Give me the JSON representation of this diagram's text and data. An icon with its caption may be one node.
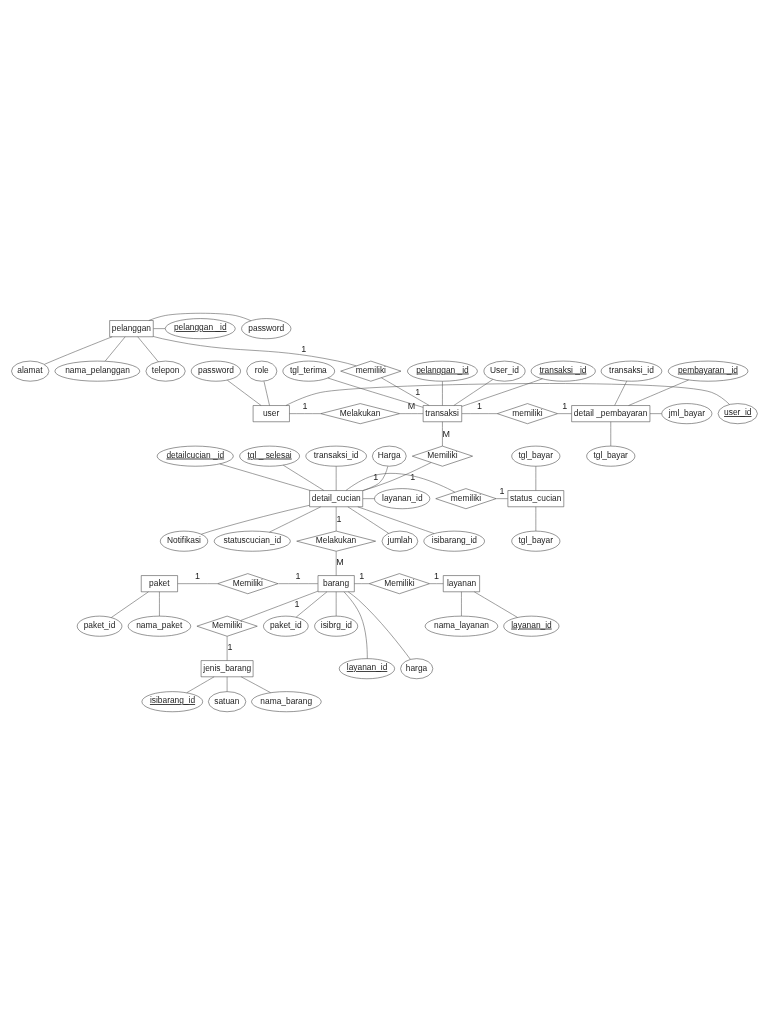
{
  "diagram": {
    "nodes": [
      {
        "text": [
          "alamat"
        ]
      },
      {
        "text": [
          "nama_pelanggan"
        ]
      },
      {
        "text": [
          "telepon"
        ]
      },
      {
        "text": [
          "pelanggan _id"
        ]
      },
      {
        "text": [
          "pelanggan"
        ]
      },
      {
        "text": [
          "password"
        ]
      },
      {
        "text": [
          "memiliki"
        ]
      },
      {
        "text": [
          "pelanggan _id"
        ]
      },
      {
        "text": [
          "User_id"
        ]
      },
      {
        "text": [
          "password"
        ]
      },
      {
        "text": [
          "role"
        ]
      },
      {
        "text": [
          "pembayaran _id"
        ]
      },
      {
        "text": [
          "transaksi _id"
        ]
      },
      {
        "text": [
          "tgl_terima"
        ]
      },
      {
        "text": [
          "transaksi_id"
        ]
      },
      {
        "text": [
          "user_id"
        ]
      },
      {
        "text": [
          "user"
        ]
      },
      {
        "text": [
          "Melakukan"
        ]
      },
      {
        "text": [
          "transaksi"
        ]
      },
      {
        "text": [
          "memiliki"
        ]
      },
      {
        "text": [
          "detail _pembayaran"
        ]
      },
      {
        "text": [
          "jml_bayar"
        ]
      },
      {
        "text": [
          "tgl_bayar"
        ]
      },
      {
        "text": [
          "detailcucian _id"
        ]
      },
      {
        "text": [
          "tgl _ selesai"
        ]
      },
      {
        "text": [
          "Memiliki"
        ]
      },
      {
        "text": [
          "tgl_bayar"
        ]
      },
      {
        "text": [
          "transaksi_id"
        ]
      },
      {
        "text": [
          "Harga"
        ]
      },
      {
        "text": [
          "layanan_id"
        ]
      },
      {
        "text": [
          "detail_cucian"
        ]
      },
      {
        "text": [
          "memiliki"
        ]
      },
      {
        "text": [
          "status_cucian"
        ]
      },
      {
        "text": [
          "isibarang_id"
        ]
      },
      {
        "text": [
          "Notifikasi"
        ]
      },
      {
        "text": [
          "tgl_bayar"
        ]
      },
      {
        "text": [
          "statuscucian_id"
        ]
      },
      {
        "text": [
          "Melakukan"
        ]
      },
      {
        "text": [
          "jumlah"
        ]
      },
      {
        "text": [
          "paket"
        ]
      },
      {
        "text": [
          "Memiliki"
        ]
      },
      {
        "text": [
          "barang"
        ]
      },
      {
        "text": [
          "Memiliki"
        ]
      },
      {
        "text": [
          "layanan"
        ]
      },
      {
        "text": [
          "paket_id"
        ]
      },
      {
        "text": [
          "isibrg_id"
        ]
      },
      {
        "text": [
          "paket_id"
        ]
      },
      {
        "text": [
          "nama_paket"
        ]
      },
      {
        "text": [
          "layanan_id"
        ]
      },
      {
        "text": [
          "layanan_id"
        ]
      },
      {
        "text": [
          "nama_layanan"
        ]
      },
      {
        "text": [
          "harga"
        ]
      },
      {
        "text": [
          "Memiliki"
        ]
      },
      {
        "text": [
          "jenis_barang"
        ]
      },
      {
        "text": [
          "isibarang_id"
        ]
      },
      {
        "text": [
          "satuan"
        ]
      },
      {
        "text": [
          "nama_barang"
        ]
      }
    ],
    "edges": [
      {
        "from": 4,
        "to": 0,
        "arrow": "none"
      },
      {
        "from": 4,
        "to": 1,
        "arrow": "none"
      },
      {
        "from": 4,
        "to": 2,
        "arrow": "none"
      },
      {
        "from": 4,
        "to": 3,
        "arrow": "none"
      },
      {
        "from": 4,
        "to": 5,
        "arrow": "none"
      },
      {
        "from": 4,
        "to": 6,
        "arrow": "none",
        "label": "1"
      },
      {
        "from": 6,
        "to": 18,
        "arrow": "none",
        "label": "1"
      },
      {
        "from": 18,
        "to": 7,
        "arrow": "none"
      },
      {
        "from": 18,
        "to": 8,
        "arrow": "none"
      },
      {
        "from": 18,
        "to": 12,
        "arrow": "none"
      },
      {
        "from": 18,
        "to": 13,
        "arrow": "none"
      },
      {
        "from": 16,
        "to": 9,
        "arrow": "none"
      },
      {
        "from": 16,
        "to": 10,
        "arrow": "none"
      },
      {
        "from": 16,
        "to": 15,
        "arrow": "none"
      },
      {
        "from": 16,
        "to": 17,
        "arrow": "none",
        "label": "1"
      },
      {
        "from": 17,
        "to": 18,
        "arrow": "none",
        "label": "M"
      },
      {
        "from": 18,
        "to": 19,
        "arrow": "none",
        "label": "1"
      },
      {
        "from": 19,
        "to": 20,
        "arrow": "none",
        "label": "1"
      },
      {
        "from": 20,
        "to": 11,
        "arrow": "none"
      },
      {
        "from": 20,
        "to": 14,
        "arrow": "none"
      },
      {
        "from": 20,
        "to": 21,
        "arrow": "none"
      },
      {
        "from": 20,
        "to": 22,
        "arrow": "none"
      },
      {
        "from": 18,
        "to": 25,
        "arrow": "none",
        "label": "M"
      },
      {
        "from": 25,
        "to": 30,
        "arrow": "none",
        "label": "1"
      },
      {
        "from": 30,
        "to": 23,
        "arrow": "none"
      },
      {
        "from": 30,
        "to": 27,
        "arrow": "none"
      },
      {
        "from": 30,
        "to": 29,
        "arrow": "none"
      },
      {
        "from": 30,
        "to": 33,
        "arrow": "none"
      },
      {
        "from": 30,
        "to": 36,
        "arrow": "none"
      },
      {
        "from": 30,
        "to": 24,
        "arrow": "none"
      },
      {
        "from": 30,
        "to": 28,
        "arrow": "none"
      },
      {
        "from": 30,
        "to": 34,
        "arrow": "none"
      },
      {
        "from": 30,
        "to": 38,
        "arrow": "none"
      },
      {
        "from": 30,
        "to": 31,
        "arrow": "none",
        "label": "1"
      },
      {
        "from": 31,
        "to": 32,
        "arrow": "none",
        "label": "1"
      },
      {
        "from": 32,
        "to": 26,
        "arrow": "none"
      },
      {
        "from": 32,
        "to": 35,
        "arrow": "none"
      },
      {
        "from": 30,
        "to": 37,
        "arrow": "none",
        "label": "1"
      },
      {
        "from": 37,
        "to": 41,
        "arrow": "none",
        "label": "M"
      },
      {
        "from": 39,
        "to": 40,
        "arrow": "none",
        "label": "1"
      },
      {
        "from": 40,
        "to": 41,
        "arrow": "none",
        "label": "1"
      },
      {
        "from": 41,
        "to": 42,
        "arrow": "none",
        "label": "1"
      },
      {
        "from": 42,
        "to": 43,
        "arrow": "none",
        "label": "1"
      },
      {
        "from": 39,
        "to": 46,
        "arrow": "none"
      },
      {
        "from": 39,
        "to": 47,
        "arrow": "none"
      },
      {
        "from": 41,
        "to": 44,
        "arrow": "none"
      },
      {
        "from": 41,
        "to": 45,
        "arrow": "none"
      },
      {
        "from": 41,
        "to": 48,
        "arrow": "none"
      },
      {
        "from": 41,
        "to": 51,
        "arrow": "none"
      },
      {
        "from": 43,
        "to": 49,
        "arrow": "none"
      },
      {
        "from": 43,
        "to": 50,
        "arrow": "none"
      },
      {
        "from": 41,
        "to": 52,
        "arrow": "none",
        "label": "1"
      },
      {
        "from": 52,
        "to": 53,
        "arrow": "none",
        "label": "1"
      },
      {
        "from": 53,
        "to": 54,
        "arrow": "none"
      },
      {
        "from": 53,
        "to": 55,
        "arrow": "none"
      },
      {
        "from": 53,
        "to": 56,
        "arrow": "none"
      }
    ]
  }
}
